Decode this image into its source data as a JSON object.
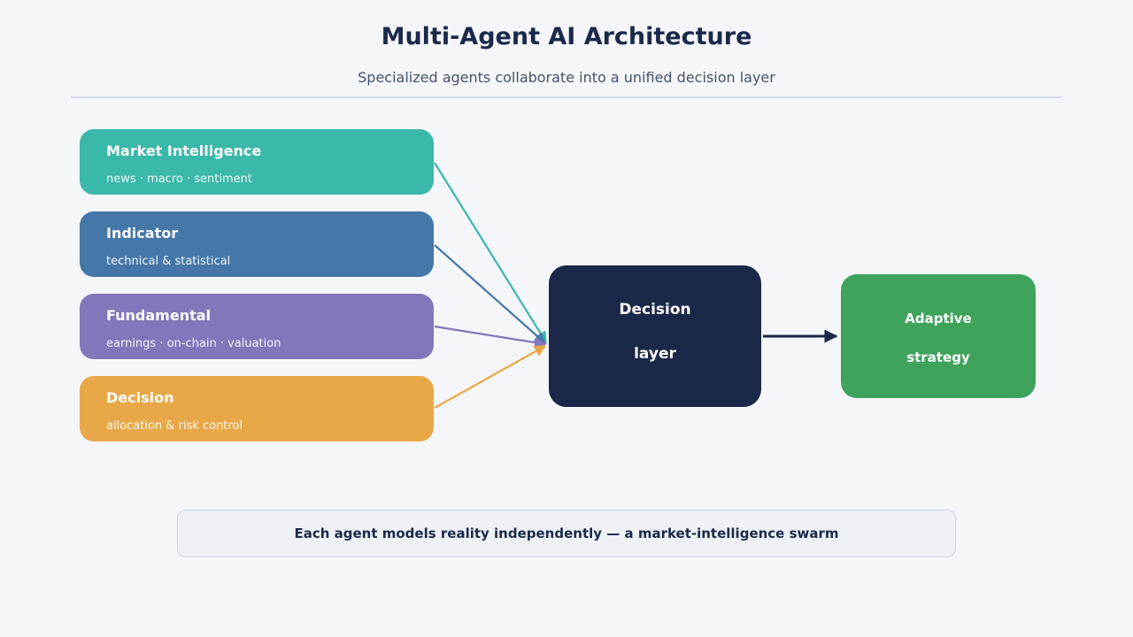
{
  "header": {
    "title": "Multi-Agent AI Architecture",
    "subtitle": "Specialized agents collaborate into a unified decision layer"
  },
  "agents": [
    {
      "name": "Market Intelligence",
      "desc": "news · macro · sentiment",
      "color": "#3ab8a9"
    },
    {
      "name": "Indicator",
      "desc": "technical & statistical",
      "color": "#4577a9"
    },
    {
      "name": "Fundamental",
      "desc": "earnings · on-chain · valuation",
      "color": "#8476ba"
    },
    {
      "name": "Decision",
      "desc": "allocation & risk control",
      "color": "#e9a847"
    }
  ],
  "decision_layer": {
    "line1": "Decision",
    "line2": "layer",
    "color": "#1b2849"
  },
  "strategy": {
    "line1": "Adaptive",
    "line2": "strategy",
    "color": "#3fa35c"
  },
  "footer": {
    "text": "Each agent models reality independently — a market-intelligence swarm"
  }
}
